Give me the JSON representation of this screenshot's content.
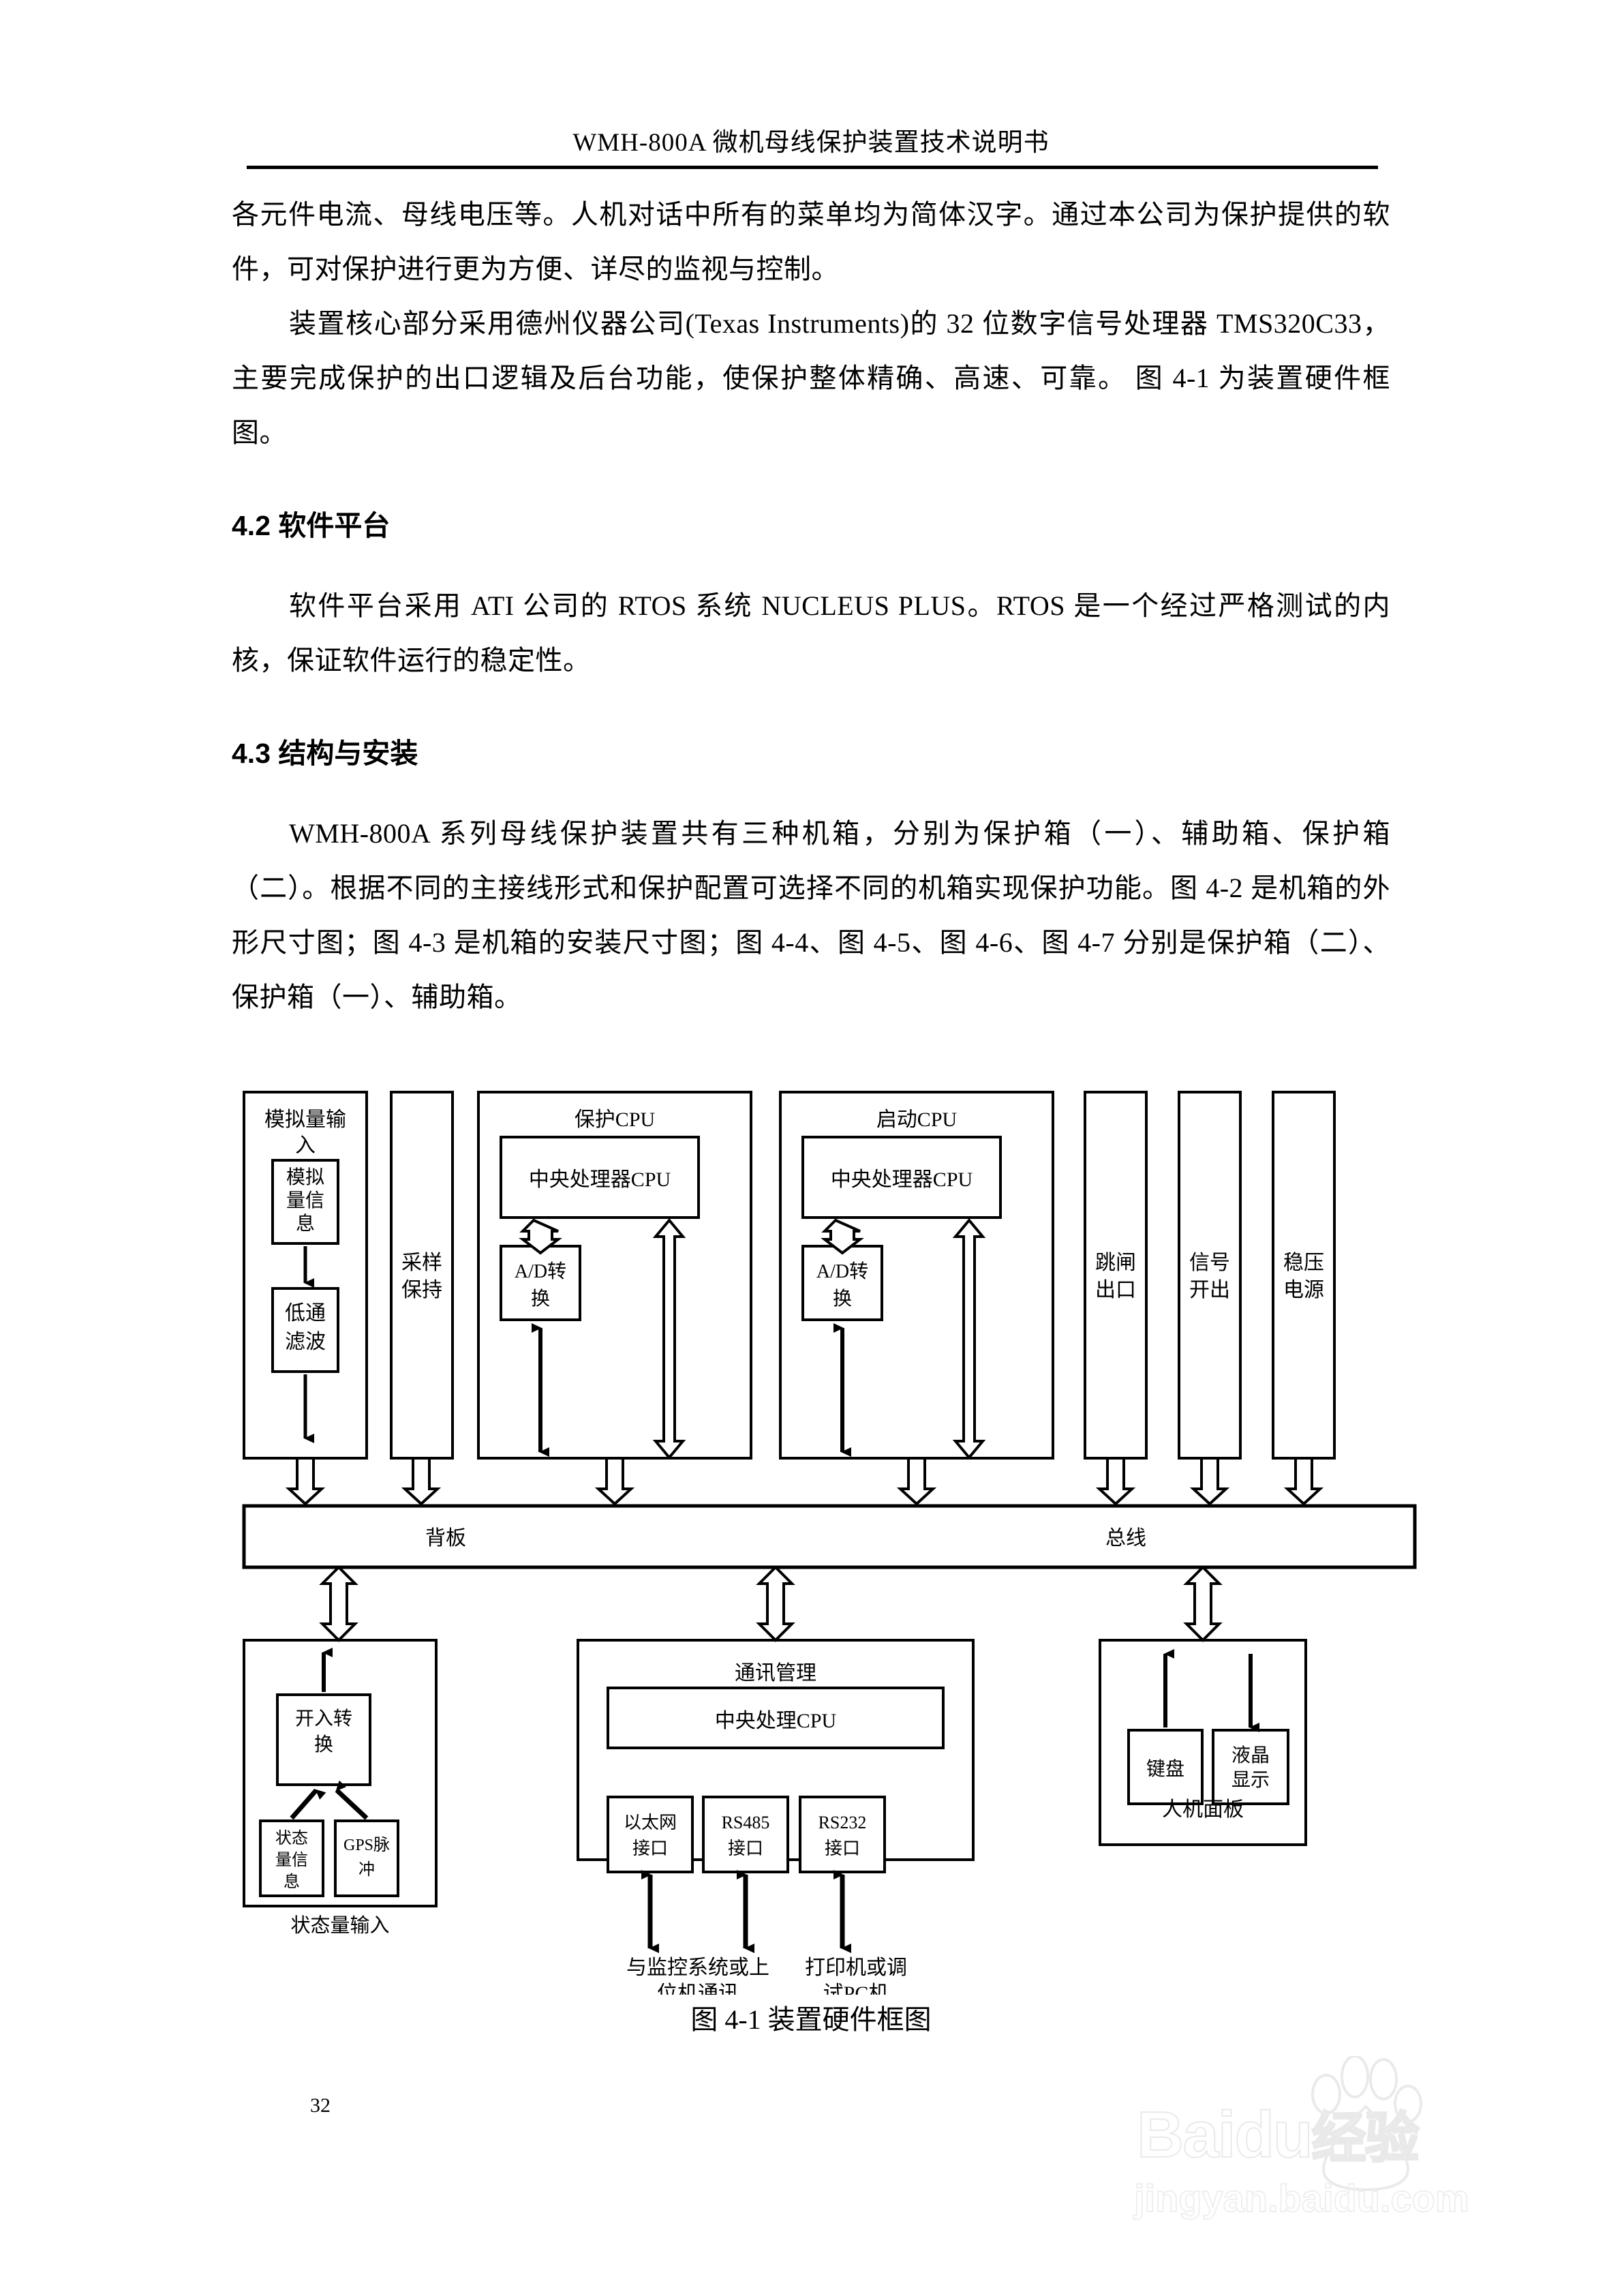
{
  "header": {
    "running_title": "WMH-800A 微机母线保护装置技术说明书"
  },
  "body": {
    "para1": "各元件电流、母线电压等。人机对话中所有的菜单均为简体汉字。通过本公司为保护提供的软件，可对保护进行更为方便、详尽的监视与控制。",
    "para2": "装置核心部分采用德州仪器公司(Texas Instruments)的 32 位数字信号处理器 TMS320C33，主要完成保护的出口逻辑及后台功能，使保护整体精确、高速、可靠。 图 4-1 为装置硬件框图。",
    "heading_4_2": "4.2 软件平台",
    "para3": "软件平台采用 ATI 公司的 RTOS 系统 NUCLEUS PLUS。RTOS 是一个经过严格测试的内核，保证软件运行的稳定性。",
    "heading_4_3": "4.3 结构与安装",
    "para4": "WMH-800A 系列母线保护装置共有三种机箱，分别为保护箱（一）、辅助箱、保护箱（二）。根据不同的主接线形式和保护配置可选择不同的机箱实现保护功能。图 4-2 是机箱的外形尺寸图；图 4-3 是机箱的安装尺寸图；图 4-4、图 4-5、图 4-6、图 4-7 分别是保护箱（二）、保护箱（一）、辅助箱。"
  },
  "figure": {
    "caption": "图 4-1 装置硬件框图",
    "blocks": {
      "analog_input": "模拟量输入",
      "analog_signal": "模拟量信息",
      "low_pass_filter": "低通滤波",
      "sample_hold": "采样保持",
      "protect_cpu": "保护CPU",
      "protect_cpu_core": "中央处理器CPU",
      "protect_ad": "A/D转换",
      "start_cpu": "启动CPU",
      "start_cpu_core": "中央处理器CPU",
      "start_ad": "A/D转换",
      "trip_output": "跳闸出口",
      "signal_output": "信号开出",
      "regulated_power": "稳压电源",
      "backplane": "背板",
      "bus": "总线",
      "digital_input_frame": "状态量输入",
      "digital_input_convert": "开入转换",
      "status_info": "状态量信息",
      "gps_pulse": "GPS脉冲",
      "comm_management": "通讯管理",
      "comm_cpu": "中央处理CPU",
      "ethernet_port": "以太网接口",
      "rs485_port": "RS485接口",
      "rs232_port": "RS232接口",
      "ethernet_target": "与监控系统或上位机通讯",
      "rs232_target": "打印机或调试PC机",
      "hmi_panel": "人机面板",
      "keyboard": "键盘",
      "lcd_display": "液晶显示"
    }
  },
  "footer": {
    "page_number": "32"
  },
  "watermark": {
    "brand": "Baidu",
    "brand_cn": "经验",
    "url": "jingyan.baidu.com"
  }
}
